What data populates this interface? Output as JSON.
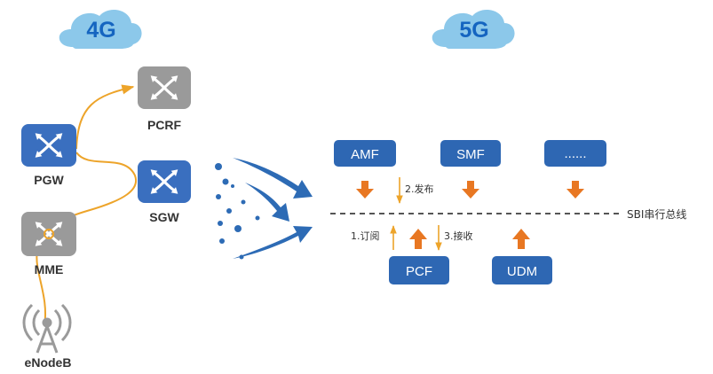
{
  "clouds": {
    "left": "4G",
    "right": "5G"
  },
  "nodes_4g": {
    "pcrf": "PCRF",
    "pgw": "PGW",
    "sgw": "SGW",
    "mme": "MME",
    "enodeb": "eNodeB"
  },
  "nf_5g": {
    "amf": "AMF",
    "smf": "SMF",
    "more": "......",
    "pcf": "PCF",
    "udm": "UDM"
  },
  "steps": {
    "publish": "2.发布",
    "subscribe": "1.订阅",
    "receive": "3.接收"
  },
  "bus_label": "SBI串行总线",
  "colors": {
    "cloud": "#8cc8ea",
    "cloud_text": "#1565c0",
    "nf_box": "#2e67b3",
    "router_blue": "#3a6fbf",
    "router_gray": "#9a9a9a",
    "orange_link": "#eda42a",
    "orange_arrow": "#e87722",
    "flow_arrow": "#2d6bb5"
  }
}
